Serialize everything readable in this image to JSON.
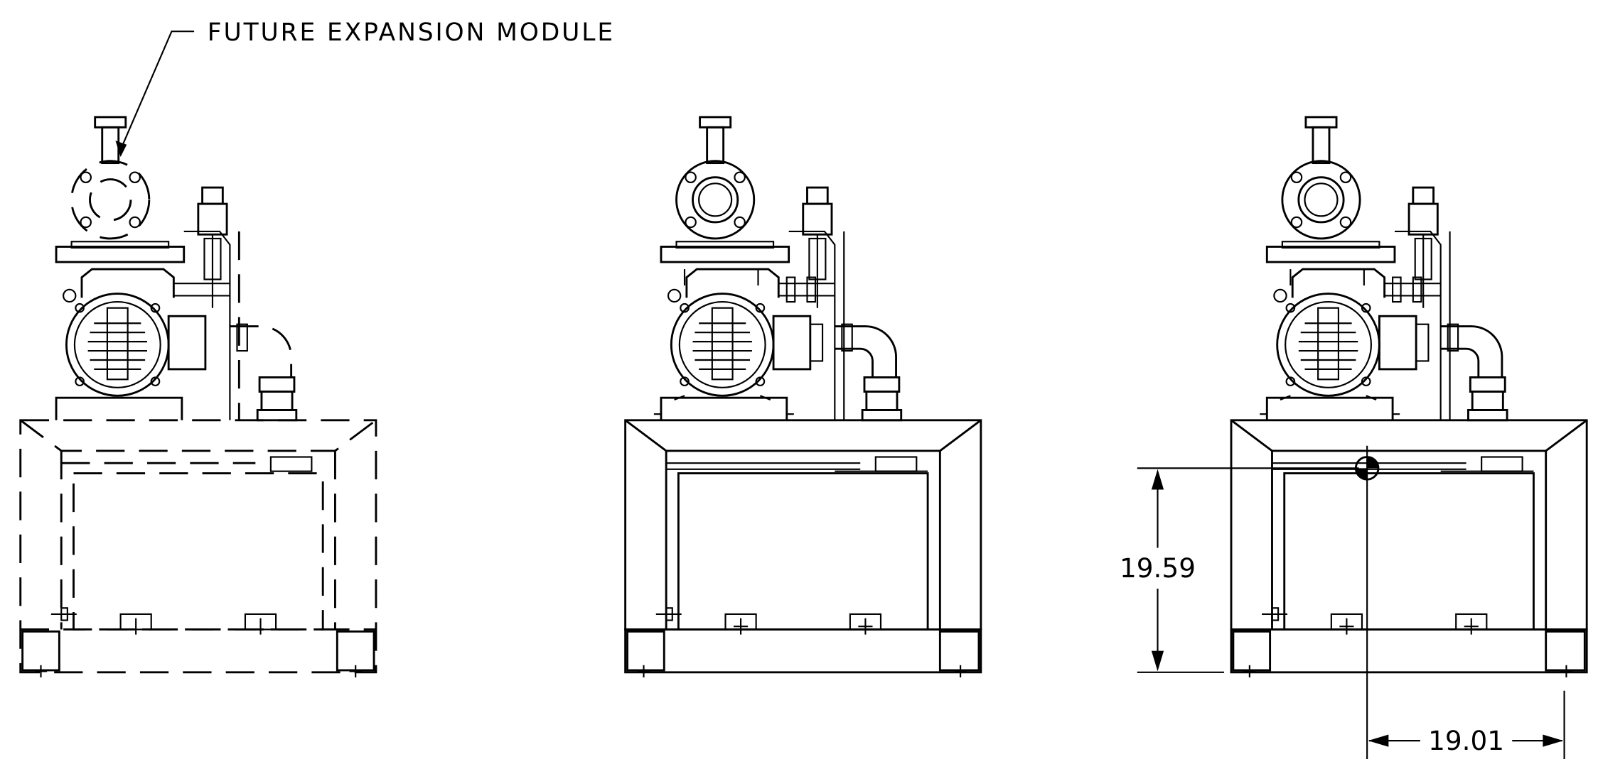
{
  "callout": {
    "text": "FUTURE EXPANSION MODULE"
  },
  "dimensions": {
    "height": {
      "text": "19.59"
    },
    "width": {
      "text": "19.01"
    }
  }
}
